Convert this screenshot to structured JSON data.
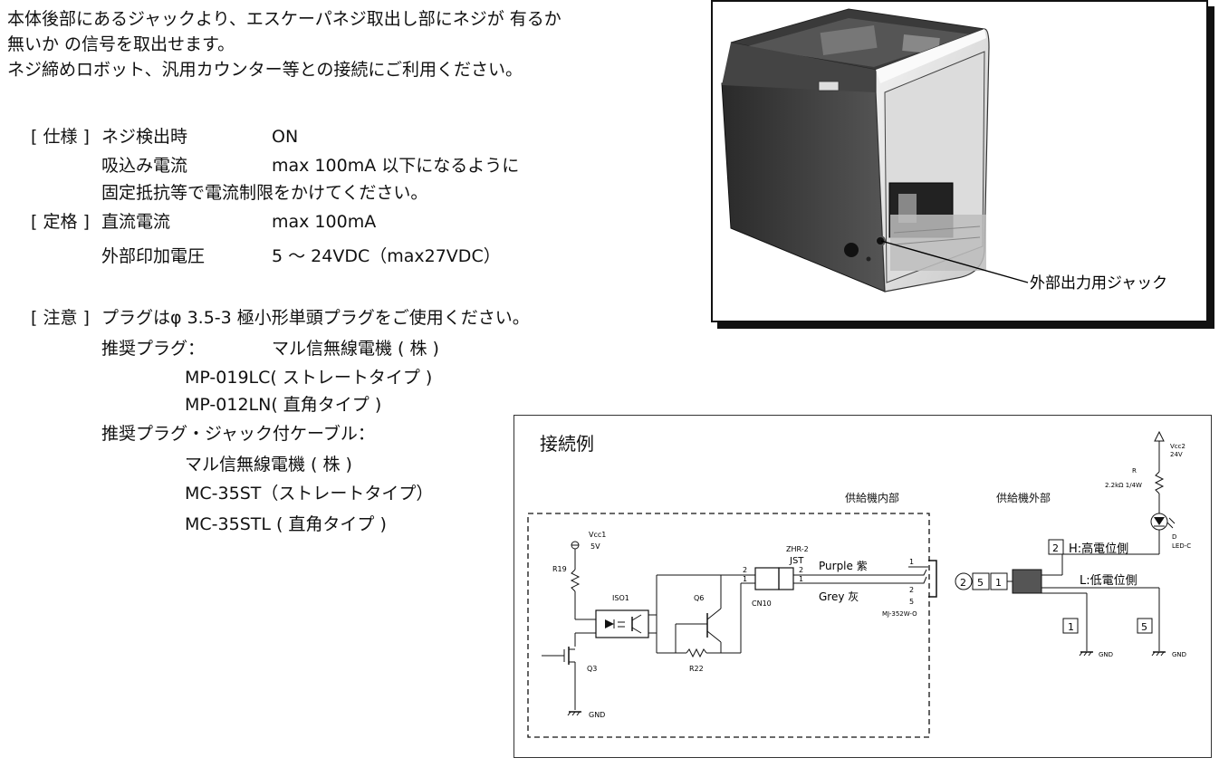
{
  "intro": [
    "本体後部にあるジャックより、エスケーパネジ取出し部にネジが 有るか",
    "無いか の信号を取出せます。",
    "ネジ締めロボット、汎用カウンター等との接続にご利用ください。"
  ],
  "specs": {
    "spec_tag": "[ 仕様 ]",
    "detect_label": "ネジ検出時",
    "detect_value": "ON",
    "current_label": "吸込み電流",
    "current_value": "max 100mA 以下になるように",
    "current_note": "固定抵抗等で電流制限をかけてください。",
    "rating_tag": "[ 定格 ]",
    "dc_label": "直流電流",
    "dc_value": "max 100mA",
    "voltage_label": "外部印加電圧",
    "voltage_value": "5 ～ 24VDC（max27VDC）",
    "note_tag": "[ 注意 ]",
    "note_text": "プラグはφ 3.5-3 極小形単頭プラグをご使用ください。",
    "plug_label": "推奨プラグ：",
    "plug_maker": "マル信無線電機 ( 株 )",
    "plug_straight": "MP-019LC( ストレートタイプ )",
    "plug_angle": "MP-012LN( 直角タイプ )",
    "cable_label": "推奨プラグ・ジャック付ケーブル：",
    "cable_maker": "マル信無線電機 ( 株 )",
    "cable_straight": "MC-35ST（ストレートタイプ）",
    "cable_angle": "MC-35STL ( 直角タイプ )"
  },
  "photo": {
    "callout": "外部出力用ジャック"
  },
  "diagram": {
    "title": "接続例",
    "inside_label": "供給機内部",
    "outside_label": "供給機外部",
    "vcc1": "Vcc1",
    "vcc1_v": "5V",
    "r19": "R19",
    "iso1": "ISO1",
    "q6": "Q6",
    "q3": "Q3",
    "r22": "R22",
    "gnd": "GND",
    "cn10": "CN10",
    "zhr": "ZHR-2",
    "jst": "JST",
    "pin2": "2",
    "pin1": "1",
    "purple": "Purple 紫",
    "grey": "Grey 灰",
    "jack_pin1": "1",
    "jack_pin2": "2",
    "jack_pin5": "5",
    "jack_model": "MJ-352W-O",
    "vcc2": "Vcc2",
    "vcc2_v": "24V",
    "r_label": "R",
    "r_value": "2.2kΩ  1/4W",
    "d_label": "D",
    "led": "LED-C",
    "h_num": "2",
    "h_label": "H:高電位側",
    "l_label": "L:低電位側",
    "plug_num2": "2",
    "plug_num5": "5",
    "plug_num1": "1",
    "box1": "1",
    "box5": "5"
  }
}
